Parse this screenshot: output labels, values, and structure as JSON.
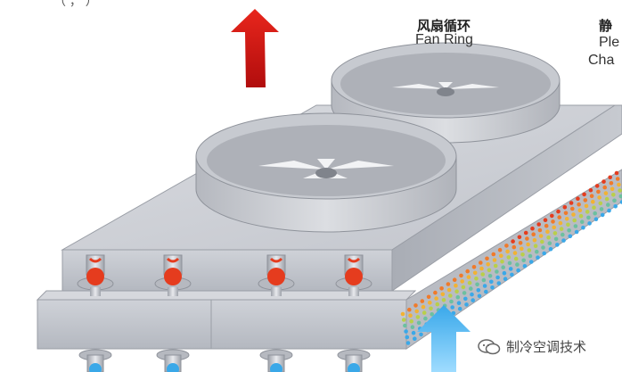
{
  "top_text": "（                   ，                                      ）",
  "fan_label": {
    "zh": "风扇循环",
    "en": "Fan Ring"
  },
  "plenum_label": {
    "zh": "静",
    "en_line1": "Ple",
    "en_line2": "Cha"
  },
  "watermark": {
    "text": "制冷空调技术",
    "icon": "wechat-logo-icon"
  },
  "colors": {
    "hot_air_arrow": "#d41414",
    "cold_air_arrow": "#4db8f0",
    "unit_body": "#c9ccd2",
    "hot_bead": "#e53c1e",
    "cold_bead": "#3aa8e8"
  }
}
